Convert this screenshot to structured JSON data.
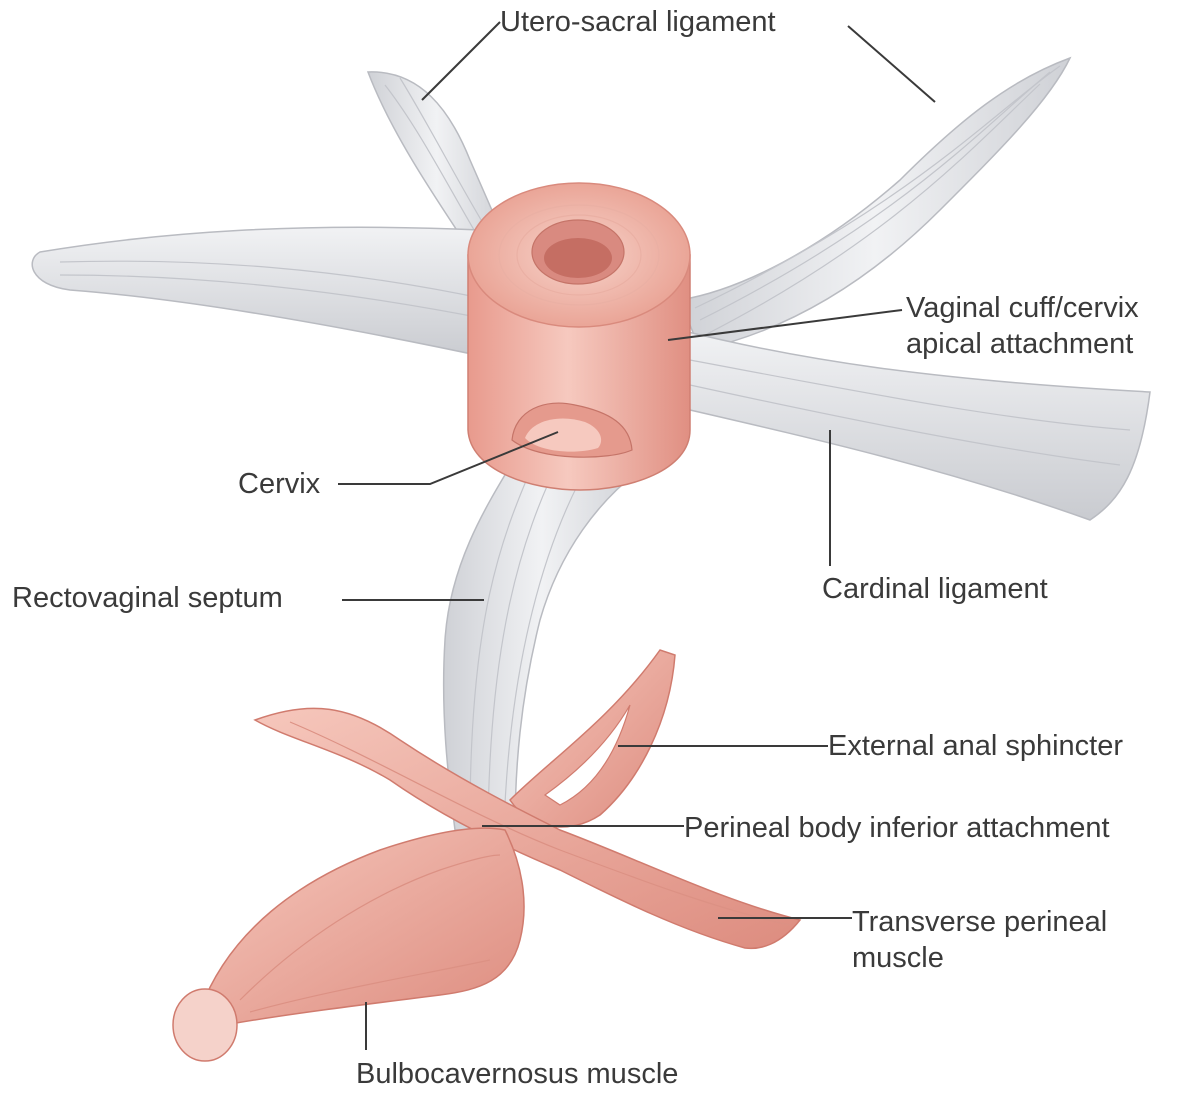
{
  "diagram": {
    "labels": {
      "utero_sacral": "Utero-sacral ligament",
      "vaginal_cuff_line1": "Vaginal cuff/cervix",
      "vaginal_cuff_line2": "apical attachment",
      "cervix": "Cervix",
      "rectovaginal": "Rectovaginal septum",
      "cardinal": "Cardinal ligament",
      "external_anal": "External anal sphincter",
      "perineal_body": "Perineal body inferior attachment",
      "transverse_line1": "Transverse perineal",
      "transverse_line2": "muscle",
      "bulbocavernosus": "Bulbocavernosus muscle"
    },
    "colors": {
      "ligament": "#e4e5e8",
      "ligament_shade": "#c7c9ce",
      "ligament_fiber": "#b6b8be",
      "muscle": "#eba79c",
      "muscle_light": "#f5c4b9",
      "muscle_dark": "#d68476",
      "cervix_lumen": "#d98a80",
      "leader_line": "#3a3a3a"
    }
  }
}
